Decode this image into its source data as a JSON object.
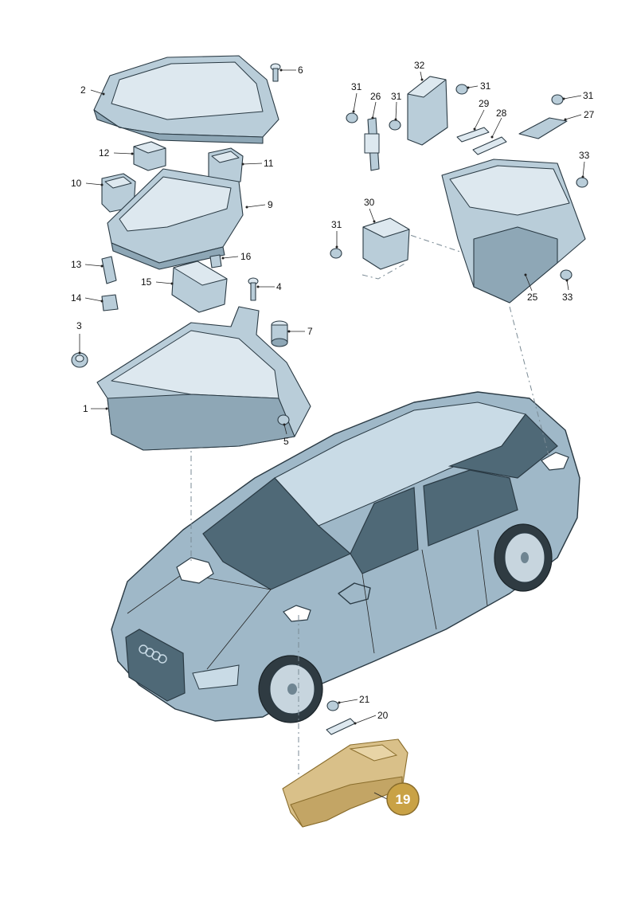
{
  "callouts": [
    "1",
    "2",
    "3",
    "4",
    "5",
    "6",
    "7",
    "9",
    "10",
    "11",
    "12",
    "13",
    "14",
    "15",
    "16",
    "20",
    "21",
    "25",
    "26",
    "27",
    "28",
    "29",
    "30",
    "31",
    "31",
    "31",
    "31",
    "31",
    "32",
    "33",
    "33"
  ],
  "highlighted_callout": "19",
  "colors": {
    "highlight": "#c9a246",
    "part": "#b9cdd9",
    "car": "#9fb8c8",
    "outline": "#2a3a44"
  }
}
